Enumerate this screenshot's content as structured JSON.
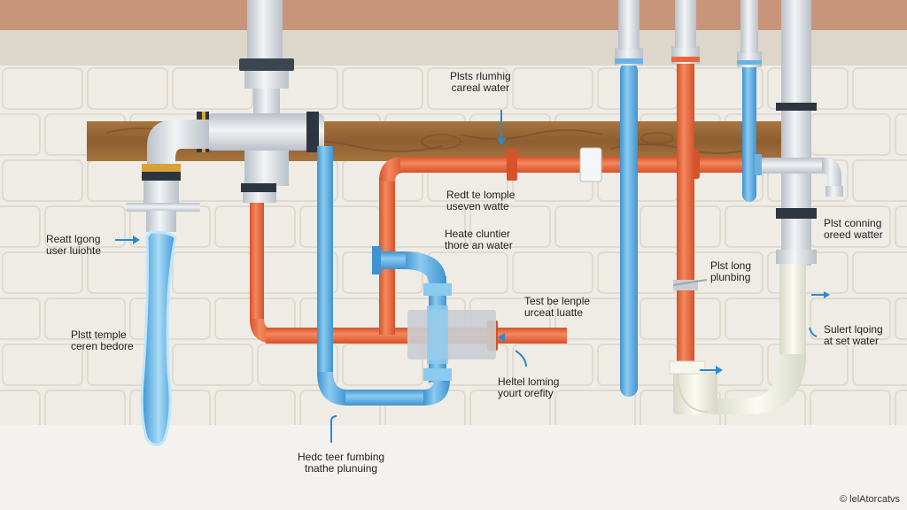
{
  "colors": {
    "wall": "#efece6",
    "brick_line": "#e2ddd3",
    "ceiling": "#c8957a",
    "beam": "#9a6a3d",
    "cold_pipe": "#6ab2e3",
    "hot_pipe": "#e8673f",
    "drain_pipe": "#e9e9e0",
    "fitting": "#d9dde2",
    "arrow": "#2a8ad0"
  },
  "labels": {
    "top": {
      "line1": "Plsts rlumhig",
      "line2": "careal water"
    },
    "left_upper": {
      "line1": "Reatt lgong",
      "line2": "user luiohte"
    },
    "left_lower": {
      "line1": "Plstt temple",
      "line2": "ceren bedore"
    },
    "center_upper": {
      "line1": "Redt te lomple",
      "line2": "useven watte"
    },
    "center_mid": {
      "line1": "Heate cluntier",
      "line2": "thore an water"
    },
    "center_right": {
      "line1": "Test be lenple",
      "line2": "urceat luatte"
    },
    "center_lower": {
      "line1": "Heltel loming",
      "line2": "yourt orefity"
    },
    "bottom": {
      "line1": "Hedc teer fumbing",
      "line2": "tnathe plunuing"
    },
    "right_mid": {
      "line1": "Plst long",
      "line2": "plunbing"
    },
    "right_upper": {
      "line1": "Plst conning",
      "line2": "oreed watter"
    },
    "right_lower": {
      "line1": "Sulert lqoing",
      "line2": "at set water"
    }
  },
  "copyright": "© lelAtorcatvs"
}
